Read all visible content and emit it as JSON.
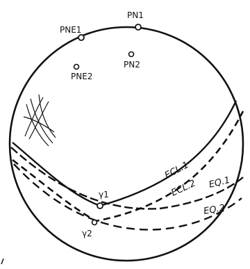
{
  "points": {
    "pne1": "PNE1",
    "pn1": "PN1",
    "pne2": "PNE2",
    "pn2": "PN2",
    "gamma1": "γ1",
    "gamma2": "γ2"
  },
  "curves": {
    "ecl1": "ECL.1",
    "ecl2": "ECL.2",
    "eq1": "EQ.1",
    "eq2": "EQ.2"
  },
  "colors": {
    "ink": "#111111",
    "paper": "#ffffff"
  }
}
